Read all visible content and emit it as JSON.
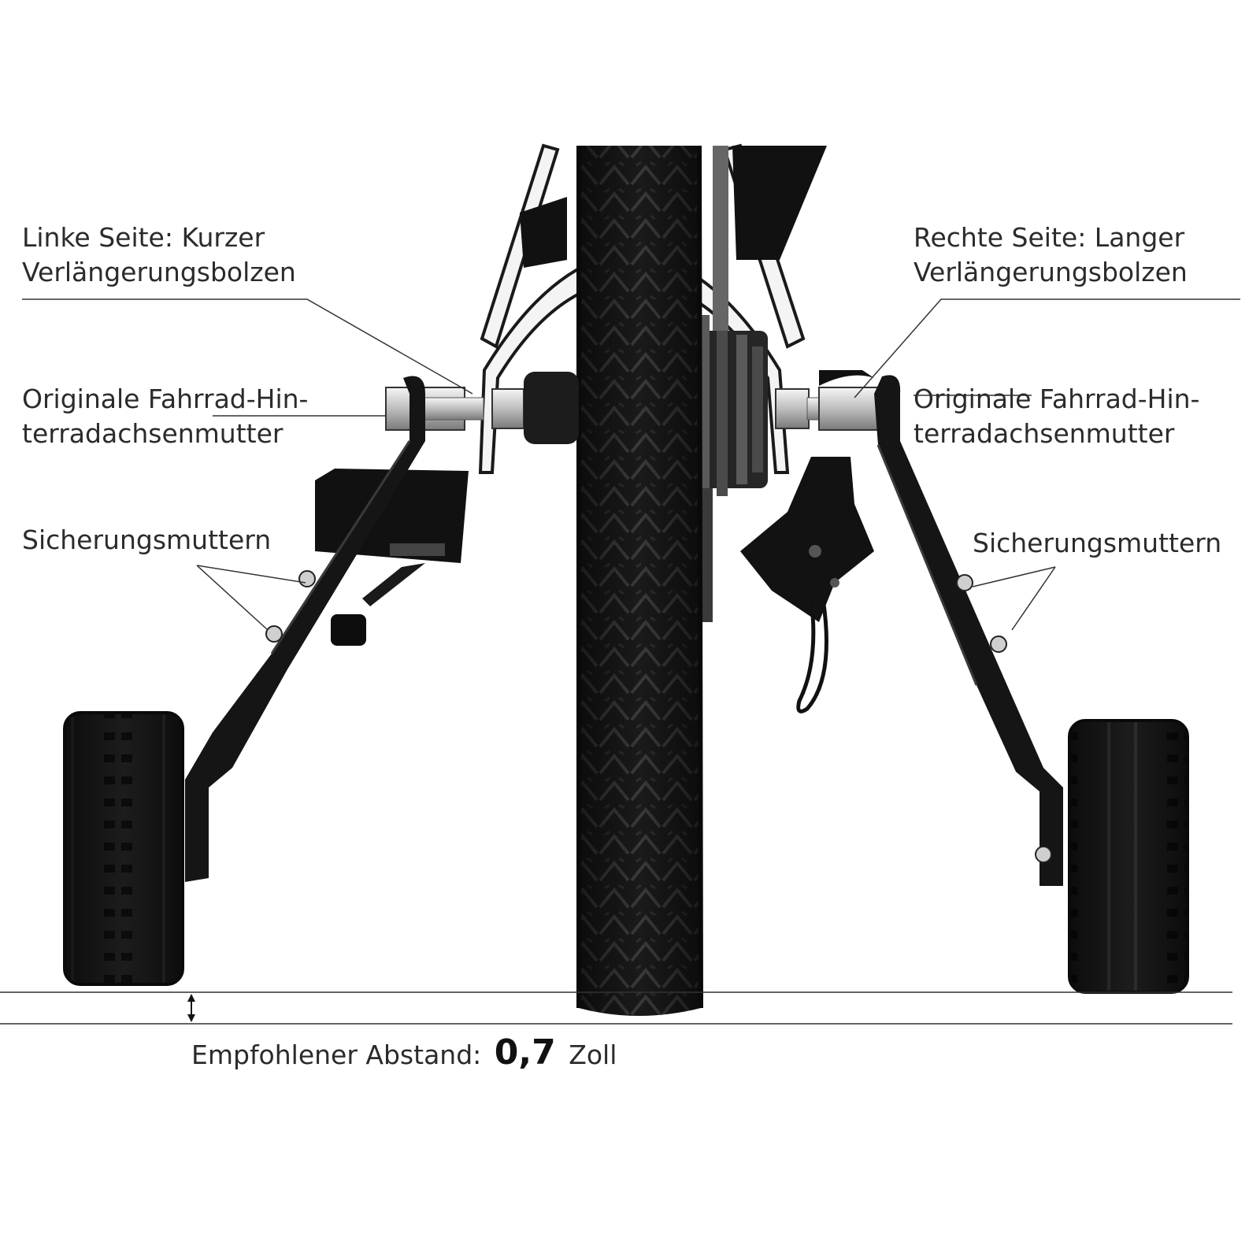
{
  "labels": {
    "left_bolt": {
      "line1": "Linke Seite: Kurzer",
      "line2": "Verlängerungsbolzen"
    },
    "right_bolt": {
      "line1": "Rechte Seite: Langer",
      "line2": "Verlängerungsbolzen"
    },
    "left_axle_nut": {
      "line1": "Originale Fahrrad-Hin-",
      "line2": "terradachsenmutter"
    },
    "right_axle_nut": {
      "line1": "Originale Fahrrad-Hin-",
      "line2": "terradachsenmutter"
    },
    "left_lock_nuts": "Sicherungsmuttern",
    "right_lock_nuts": "Sicherungsmuttern"
  },
  "gap": {
    "prefix": "Empfohlener Abstand:",
    "value": "0,7",
    "unit": "Zoll"
  },
  "colors": {
    "background": "#ffffff",
    "text": "#2b2b2b",
    "tire": "#141414",
    "frame": "#f4f4f4",
    "metal": "#c9c9c9"
  }
}
